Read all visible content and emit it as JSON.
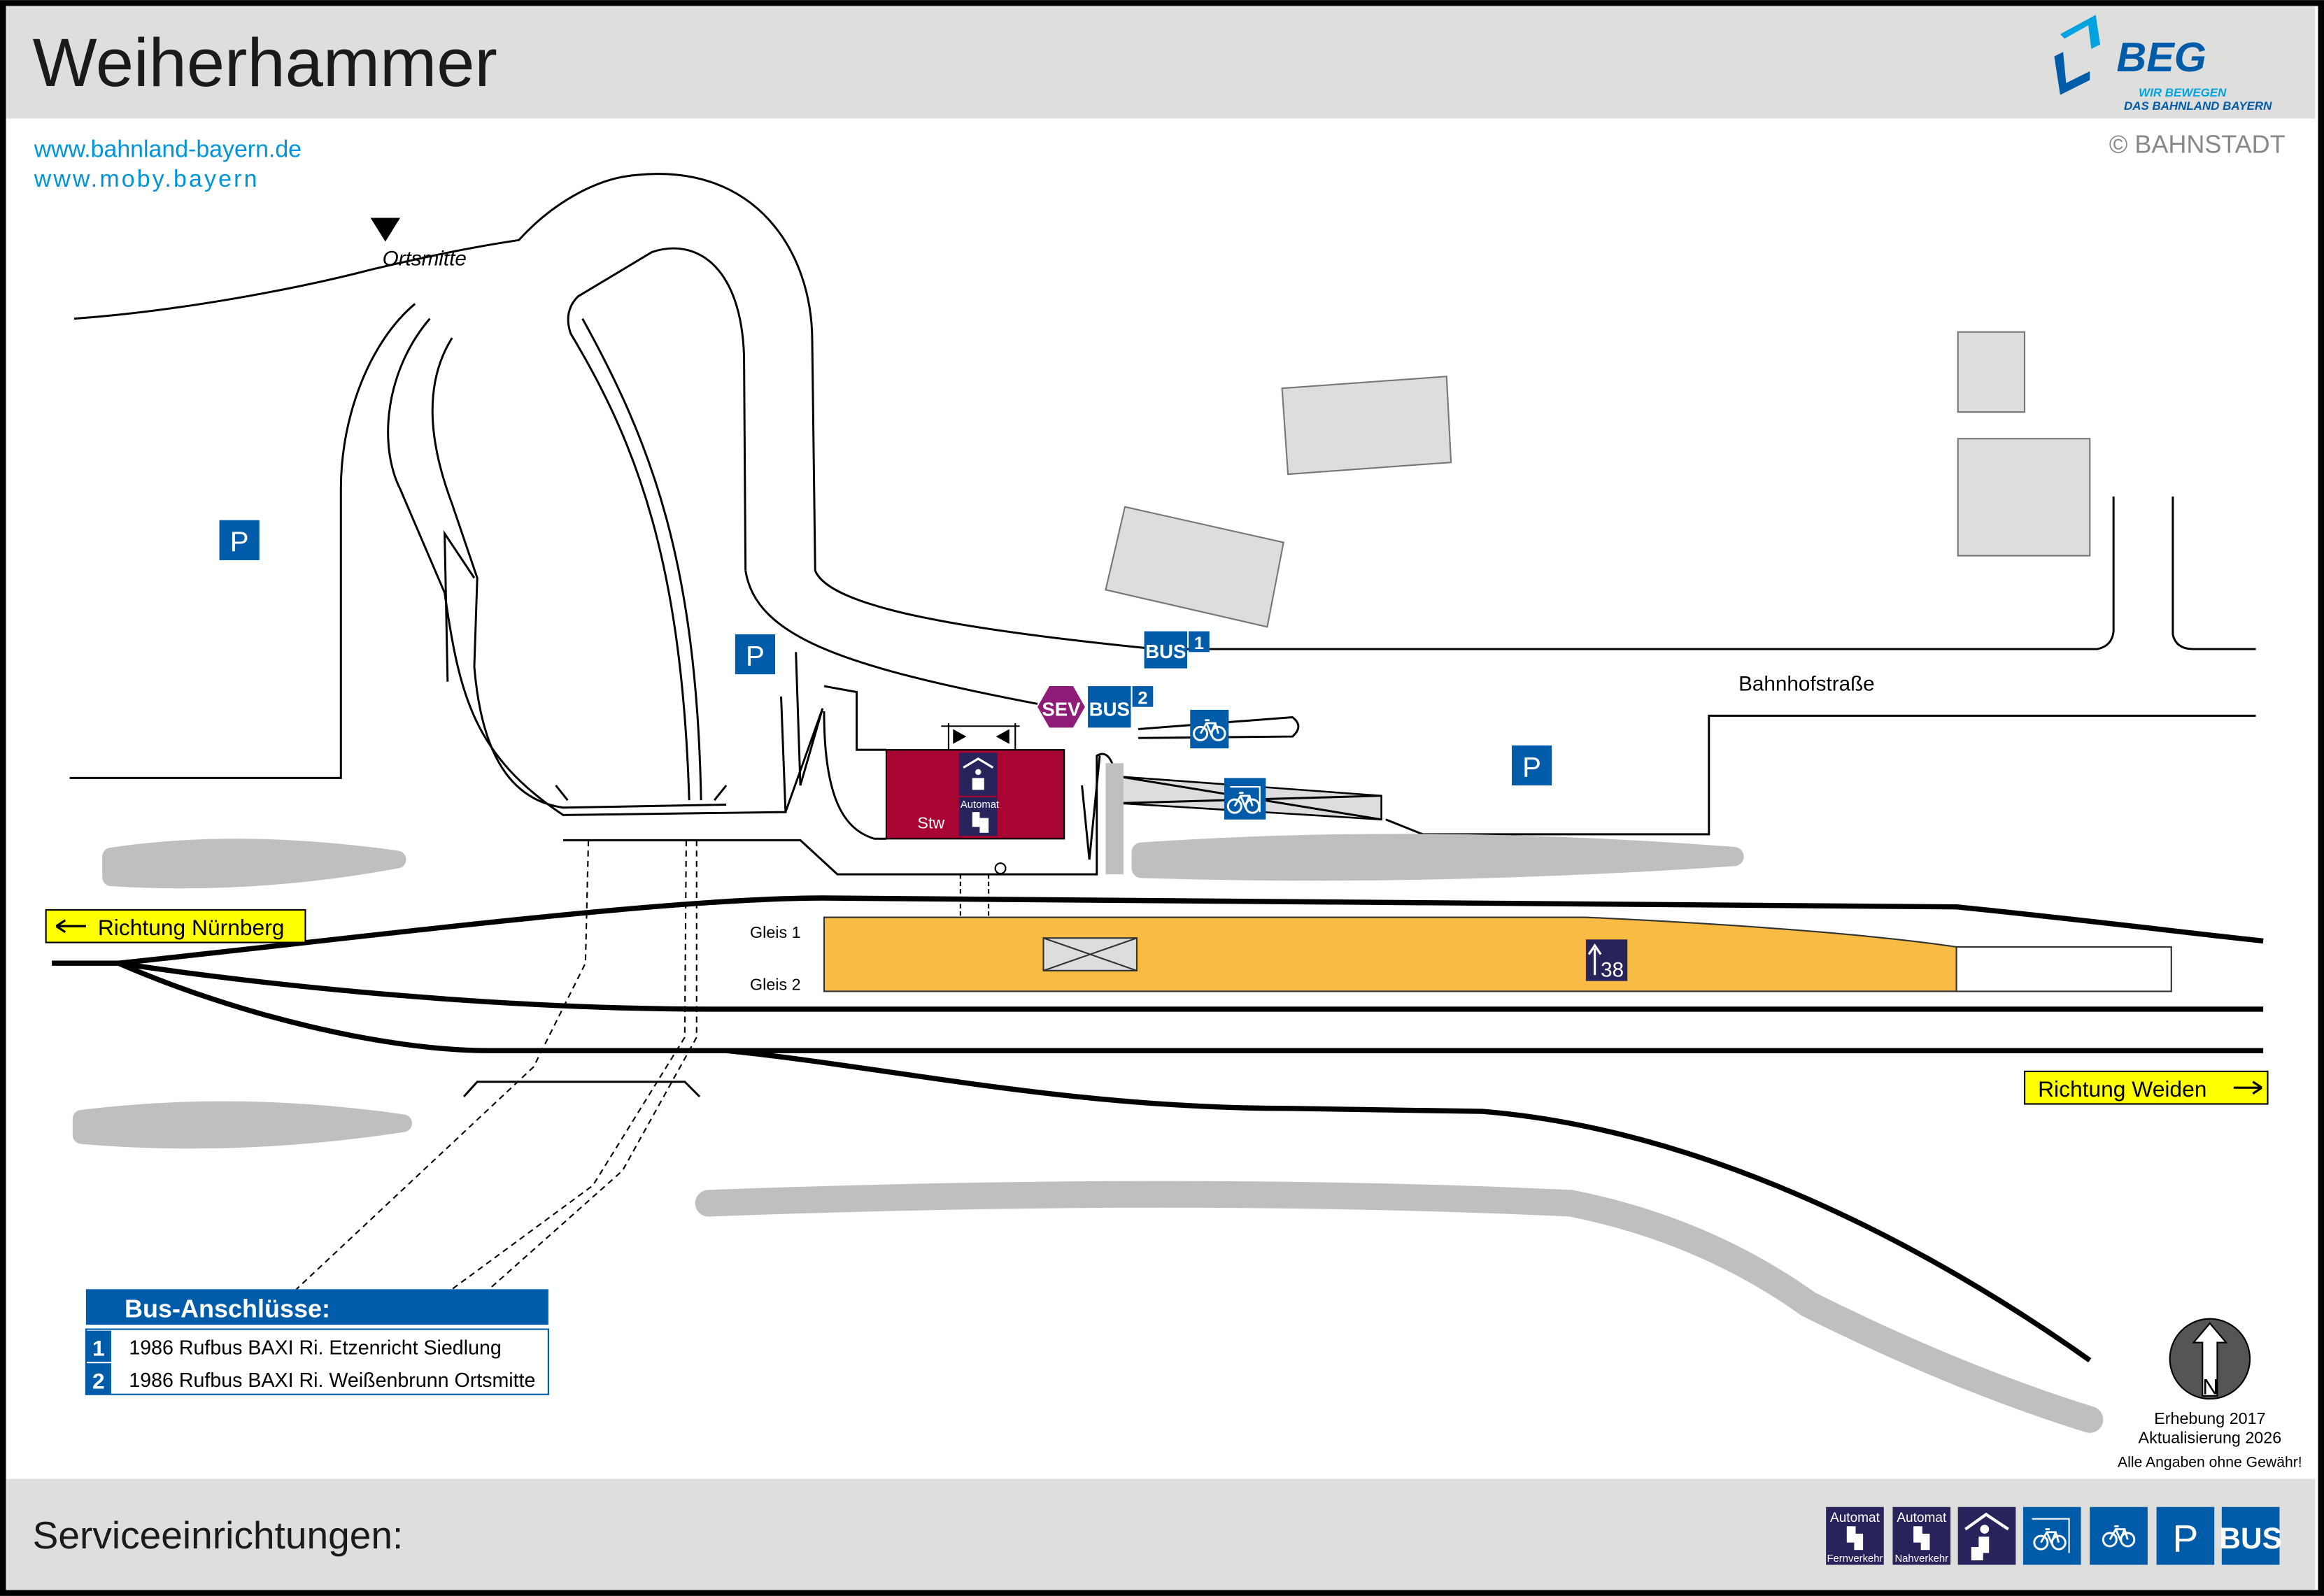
{
  "header": {
    "title": "Weiherhammer",
    "logo_text": "BEG",
    "logo_tagline_1": "WIR BEWEGEN",
    "logo_tagline_2": "DAS BAHNLAND BAYERN",
    "copyright": "© BAHNSTADT"
  },
  "links": [
    "www.bahnland-bayern.de",
    "www.moby.bayern"
  ],
  "map": {
    "ortsmitte": "Ortsmitte",
    "street": "Bahnhofstraße",
    "parking_label": "P",
    "bus_label": "BUS",
    "bus_stop_1": "1",
    "bus_stop_2": "2",
    "sev_label": "SEV",
    "stw_label": "Stw",
    "automat_label": "Automat",
    "gleis_1": "Gleis 1",
    "gleis_2": "Gleis 2",
    "platform_height": "38",
    "direction_left": "Richtung Nürnberg",
    "direction_right": "Richtung Weiden",
    "north_label": "N"
  },
  "bus_legend": {
    "title": "Bus-Anschlüsse:",
    "rows": [
      {
        "num": "1",
        "text": "1986 Rufbus BAXI Ri. Etzenricht Siedlung"
      },
      {
        "num": "2",
        "text": "1986 Rufbus BAXI Ri. Weißenbrunn Ortsmitte"
      }
    ]
  },
  "info": {
    "survey": "Erhebung 2017",
    "update": "Aktualisierung 2026",
    "disclaimer": "Alle Angaben ohne Gewähr!"
  },
  "footer": {
    "title": "Serviceeinrichtungen:",
    "icons": [
      {
        "name": "ticket-machine-long-distance-icon",
        "top": "Automat",
        "bottom": "Fernverkehr"
      },
      {
        "name": "ticket-machine-regional-icon",
        "top": "Automat",
        "bottom": "Nahverkehr"
      },
      {
        "name": "waiting-shelter-icon"
      },
      {
        "name": "covered-bike-parking-icon"
      },
      {
        "name": "bike-parking-icon"
      },
      {
        "name": "parking-icon",
        "label": "P"
      },
      {
        "name": "bus-icon",
        "label": "BUS"
      }
    ]
  },
  "colors": {
    "header_bg": "#dededd",
    "beg_blue": "#005ca9",
    "beg_light": "#00a3e0",
    "navy": "#29235c",
    "stw": "#a80532",
    "platform": "#f8bb44",
    "sev": "#8e1b77",
    "direction_bg": "#ffff00",
    "bahnstadt_green": "#6f9a1e"
  }
}
